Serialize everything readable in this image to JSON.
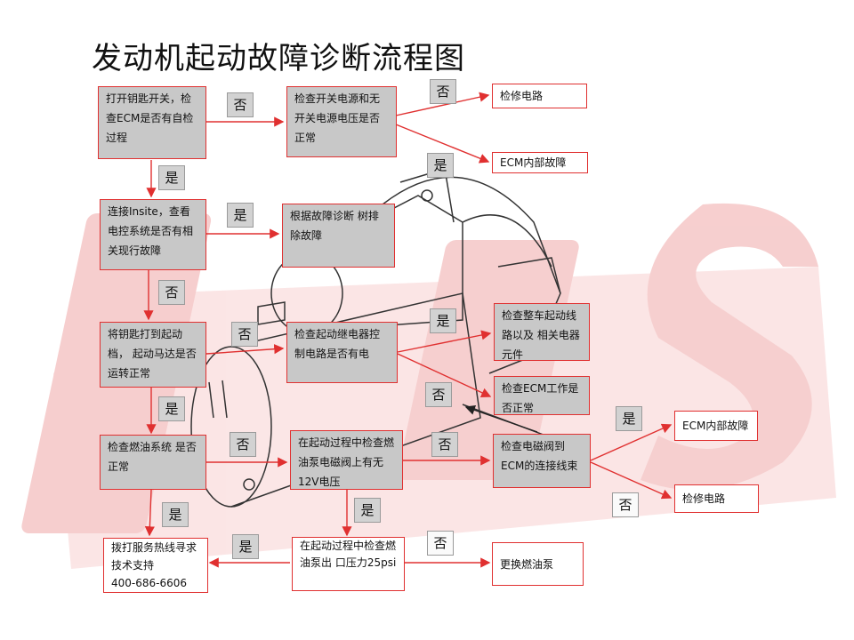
{
  "title": "发动机起动故障诊断流程图",
  "boxes": {
    "b1": "打开钥匙开关，检查ECM是否有自检过程",
    "b2": "检查开关电源和无开关电源电压是否正常",
    "b3": "检修电路",
    "b4": "ECM内部故障",
    "b5": "连接Insite，查看电控系统是否有相关现行故障",
    "b6": "根据故障诊断 树排除故障",
    "b7": "将钥匙打到起动档， 起动马达是否运转正常",
    "b8": "检查起动继电器控制电路是否有电",
    "b9": "检查整车起动线路以及 相关电器元件",
    "b10": "检查ECM工作是否正常",
    "b11": "检查燃油系统 是否正常",
    "b12": "在起动过程中检查燃油泵电磁阀上有无12V电压",
    "b13": "检查电磁阀到ECM的连接线束",
    "b14": "ECM内部故障",
    "b15": "检修电路",
    "b16": "拨打服务热线寻求技术支持",
    "b16_phone": "400-686-6606",
    "b17": "在起动过程中检查燃油泵出 口压力25psi",
    "b18": "更换燃油泵"
  },
  "tags": {
    "t1": "否",
    "t2": "否",
    "t3": "是",
    "t4": "是",
    "t5": "是",
    "t6": "否",
    "t7": "否",
    "t8": "是",
    "t9": "否",
    "t10": "是",
    "t11": "否",
    "t12": "否",
    "t13": "是",
    "t14": "否",
    "t15": "是",
    "t16": "是",
    "t17": "否"
  },
  "colors": {
    "arrow": "#e03030",
    "box_fill": "#c8c8c8",
    "watermark": "#e53935"
  }
}
